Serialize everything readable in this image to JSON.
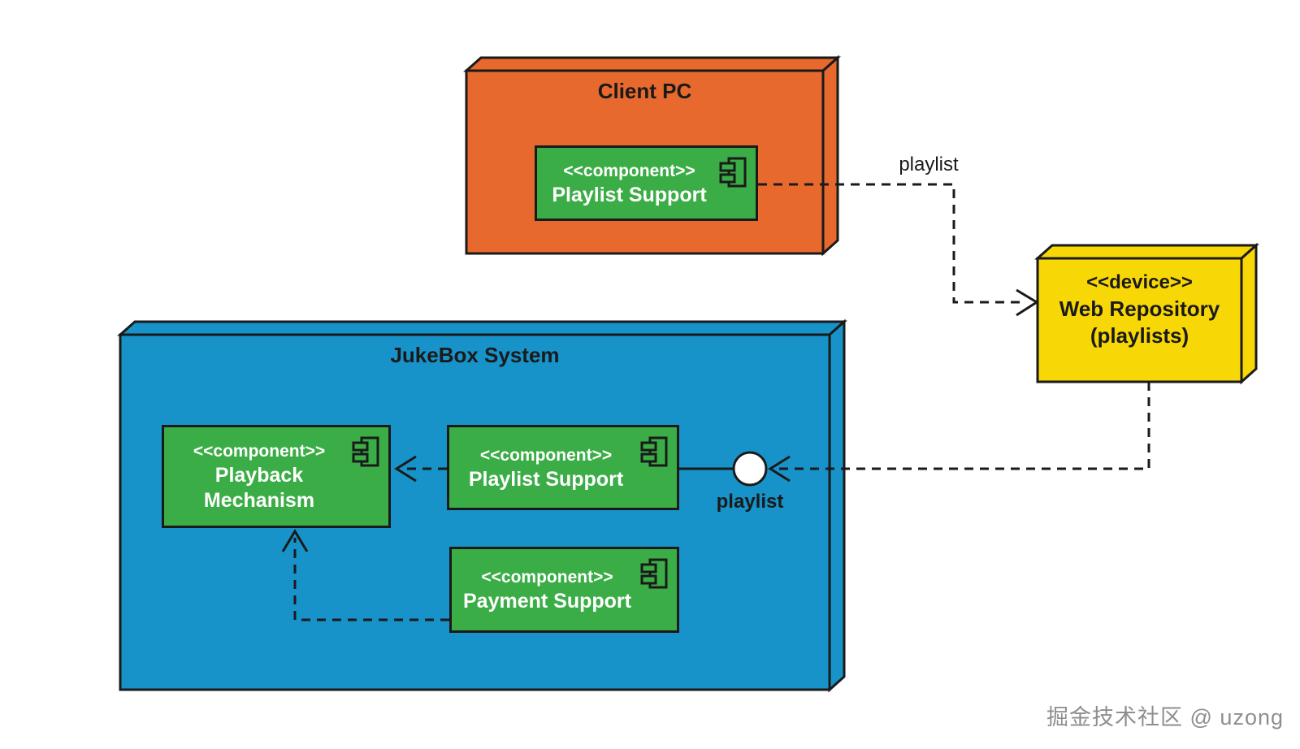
{
  "diagram_type": "UML deployment / component diagram",
  "colors": {
    "node_orange": "#E8692D",
    "node_blue": "#1793C9",
    "node_yellow": "#F8D707",
    "component_green": "#3BAD46",
    "line": "#1A1A1A",
    "component_text": "#FFFFFF",
    "node_text": "#1A1A1A",
    "interface_fill": "#FFFFFF",
    "watermark_gray": "#8E8E8E",
    "background": "#FFFFFF"
  },
  "nodes": {
    "client_pc": {
      "title": "Client PC",
      "components": [
        {
          "stereotype": "<<component>>",
          "name": "Playlist Support"
        }
      ]
    },
    "web_repository": {
      "stereotype": "<<device>>",
      "name": "Web Repository",
      "subtitle": "(playlists)"
    },
    "jukebox_system": {
      "title": "JukeBox System",
      "components": [
        {
          "stereotype": "<<component>>",
          "name": "Playback Mechanism"
        },
        {
          "stereotype": "<<component>>",
          "name": "Playlist Support"
        },
        {
          "stereotype": "<<component>>",
          "name": "Payment Support"
        }
      ]
    }
  },
  "labels": {
    "connector_playlist": "playlist",
    "interface_playlist": "playlist"
  },
  "connections": [
    {
      "from": "Client PC / Playlist Support",
      "to": "Web Repository (playlists)",
      "style": "dashed, open arrowhead",
      "label": "playlist"
    },
    {
      "from": "Web Repository (playlists)",
      "to": "playlist interface circle",
      "style": "dashed, open arrowhead"
    },
    {
      "from": "JukeBox System / Playlist Support",
      "to": "playlist interface circle",
      "style": "solid (lollipop interface)"
    },
    {
      "from": "JukeBox System / Playlist Support",
      "to": "JukeBox System / Playback Mechanism",
      "style": "dashed, open arrowhead"
    },
    {
      "from": "JukeBox System / Payment Support",
      "to": "JukeBox System / Playback Mechanism",
      "style": "dashed, open arrowhead"
    }
  ],
  "watermark": {
    "text": "掘金技术社区 @ uzong"
  }
}
